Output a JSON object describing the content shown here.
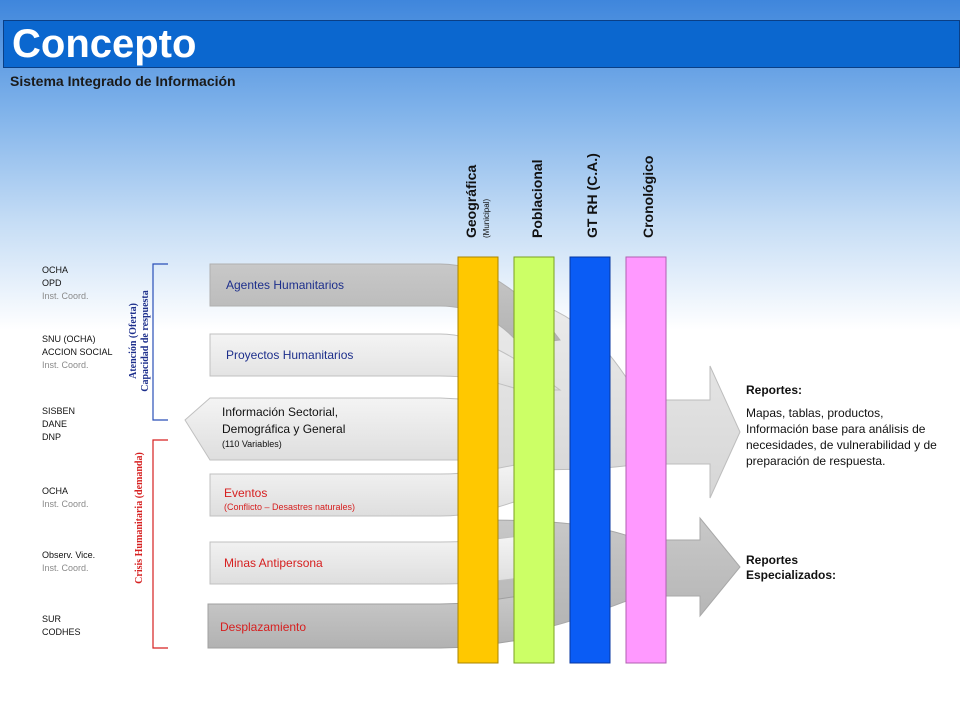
{
  "header": {
    "title": "Concepto",
    "subtitle": "Sistema Integrado de Información"
  },
  "colors": {
    "header_blue": "#0b67cf",
    "geografica": "#ffc800",
    "poblacional": "#ccff66",
    "gt_rh": "#0a5cf5",
    "cronologico": "#ff99ff",
    "bracket_blue": "#2a4fb8",
    "bracket_red": "#d62020",
    "red_text": "#d62020",
    "blue_text": "#1d2f8c"
  },
  "sources": [
    {
      "lines": [
        "OCHA",
        "OPD"
      ],
      "coord": "Inst. Coord."
    },
    {
      "lines": [
        "SNU (OCHA)",
        "ACCION SOCIAL"
      ],
      "coord": "Inst. Coord."
    },
    {
      "lines": [
        "SISBEN",
        "DANE",
        "DNP"
      ],
      "coord": ""
    },
    {
      "lines": [
        "OCHA"
      ],
      "coord": "Inst. Coord."
    },
    {
      "lines": [
        "Observ. Vice."
      ],
      "coord": "Inst. Coord."
    },
    {
      "lines": [
        "SUR",
        "CODHES"
      ],
      "coord": ""
    }
  ],
  "brackets": {
    "top_line1": "Atención (Oferta)",
    "top_line2": "Capacidad de respuesta",
    "bottom": "Crisis Humanitaria (demanda)"
  },
  "flows": [
    {
      "label": "Agentes Humanitarios",
      "sub": ""
    },
    {
      "label": "Proyectos Humanitarios",
      "sub": ""
    },
    {
      "label": "Información Sectorial, Demográfica y General",
      "label_l1": "Información Sectorial,",
      "label_l2": "Demográfica y General",
      "sub": "(110 Variables)"
    },
    {
      "label": "Eventos",
      "sub": "(Conflicto – Desastres naturales)"
    },
    {
      "label": "Minas Antipersona",
      "sub": ""
    },
    {
      "label": "Desplazamiento",
      "sub": ""
    }
  ],
  "columns": [
    {
      "label": "Geográfica",
      "sub": "(Municipal)"
    },
    {
      "label": "Poblacional",
      "sub": ""
    },
    {
      "label": "GT RH (C.A.)",
      "sub": ""
    },
    {
      "label": "Cronológico",
      "sub": ""
    }
  ],
  "reports": {
    "title1": "Reportes:",
    "body1": "Mapas, tablas, productos, Información base para análisis de necesidades, de vulnerabilidad y de preparación de respuesta.",
    "title2_l1": "Reportes",
    "title2_l2": "Especializados:"
  }
}
